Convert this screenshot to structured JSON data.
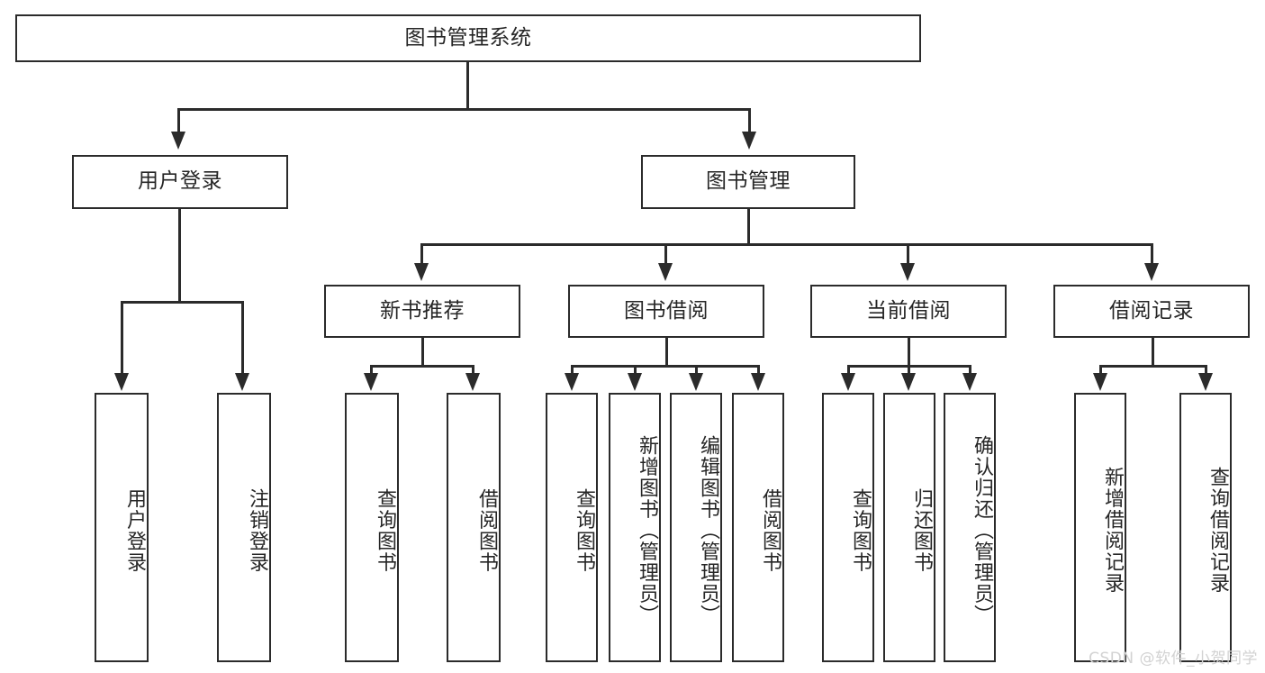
{
  "diagram": {
    "type": "tree-hierarchy",
    "title": "图书管理系统",
    "root": {
      "label": "图书管理系统"
    },
    "level2": [
      {
        "label": "用户登录"
      },
      {
        "label": "图书管理"
      }
    ],
    "level3": [
      {
        "label": "新书推荐"
      },
      {
        "label": "图书借阅"
      },
      {
        "label": "当前借阅"
      },
      {
        "label": "借阅记录"
      }
    ],
    "leaves": {
      "user_login": [
        {
          "label": "用户登录"
        },
        {
          "label": "注销登录"
        }
      ],
      "new_book_recommend": [
        {
          "label": "查询图书"
        },
        {
          "label": "借阅图书"
        }
      ],
      "book_borrow": [
        {
          "label": "查询图书"
        },
        {
          "label": "新增图书（管理员）"
        },
        {
          "label": "编辑图书（管理员）"
        },
        {
          "label": "借阅图书"
        }
      ],
      "current_borrow": [
        {
          "label": "查询图书"
        },
        {
          "label": "归还图书"
        },
        {
          "label": "确认归还（管理员）"
        }
      ],
      "borrow_record": [
        {
          "label": "新增借阅记录"
        },
        {
          "label": "查询借阅记录"
        }
      ]
    }
  },
  "watermark": {
    "text": "CSDN @软件_小贺同学"
  },
  "colors": {
    "stroke": "#2b2b2b",
    "text": "#262626",
    "background": "#ffffff",
    "watermark": "#d2d2d2"
  }
}
